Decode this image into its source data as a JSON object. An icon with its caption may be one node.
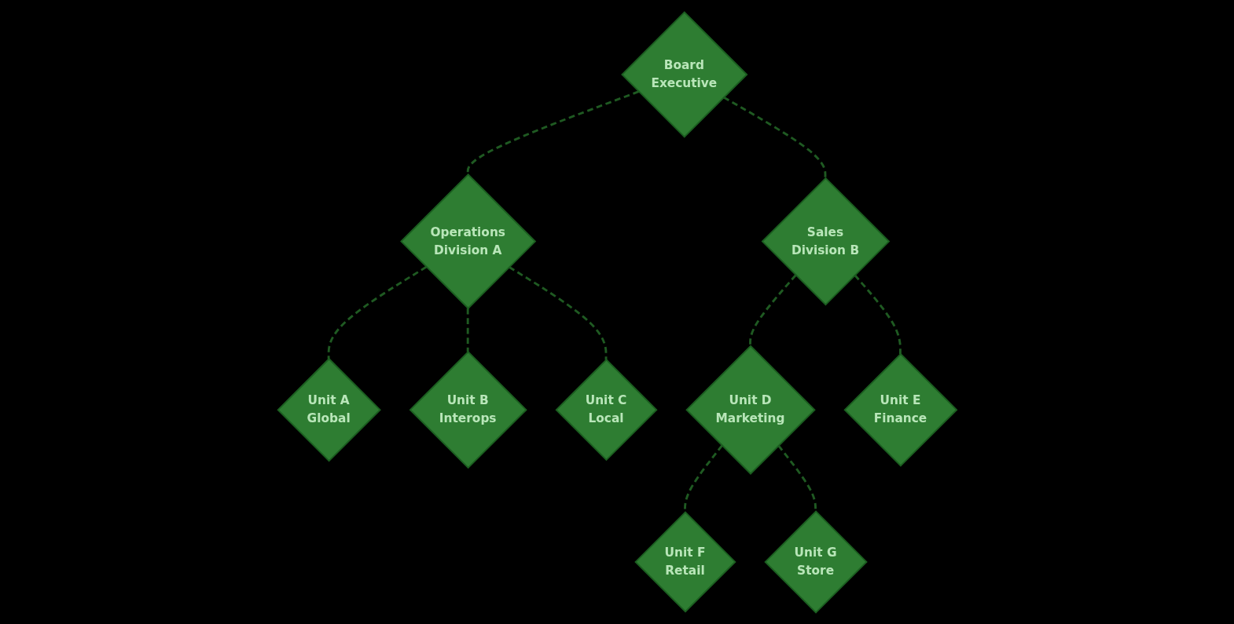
{
  "diagram": {
    "nodes": [
      {
        "text": [
          "Board",
          "Executive"
        ]
      },
      {
        "text": [
          "Operations",
          "Division A"
        ]
      },
      {
        "text": [
          "Sales",
          "Division B"
        ]
      },
      {
        "text": [
          "Unit A",
          "Global"
        ]
      },
      {
        "text": [
          "Unit B",
          "Interops"
        ]
      },
      {
        "text": [
          "Unit C",
          "Local"
        ]
      },
      {
        "text": [
          "Unit D",
          "Marketing"
        ]
      },
      {
        "text": [
          "Unit E",
          "Finance"
        ]
      },
      {
        "text": [
          "Unit F",
          "Retail"
        ]
      },
      {
        "text": [
          "Unit G",
          "Store"
        ]
      }
    ],
    "edges": [
      {
        "from": 0,
        "to": 1,
        "arrow": "none",
        "style": "dashed"
      },
      {
        "from": 0,
        "to": 2,
        "arrow": "none",
        "style": "dashed"
      },
      {
        "from": 1,
        "to": 3,
        "arrow": "none",
        "style": "dashed"
      },
      {
        "from": 1,
        "to": 4,
        "arrow": "none",
        "style": "dashed"
      },
      {
        "from": 1,
        "to": 5,
        "arrow": "none",
        "style": "dashed"
      },
      {
        "from": 2,
        "to": 6,
        "arrow": "none",
        "style": "dashed"
      },
      {
        "from": 2,
        "to": 7,
        "arrow": "none",
        "style": "dashed"
      },
      {
        "from": 6,
        "to": 8,
        "arrow": "none",
        "style": "dashed"
      },
      {
        "from": 6,
        "to": 9,
        "arrow": "none",
        "style": "dashed"
      }
    ]
  }
}
